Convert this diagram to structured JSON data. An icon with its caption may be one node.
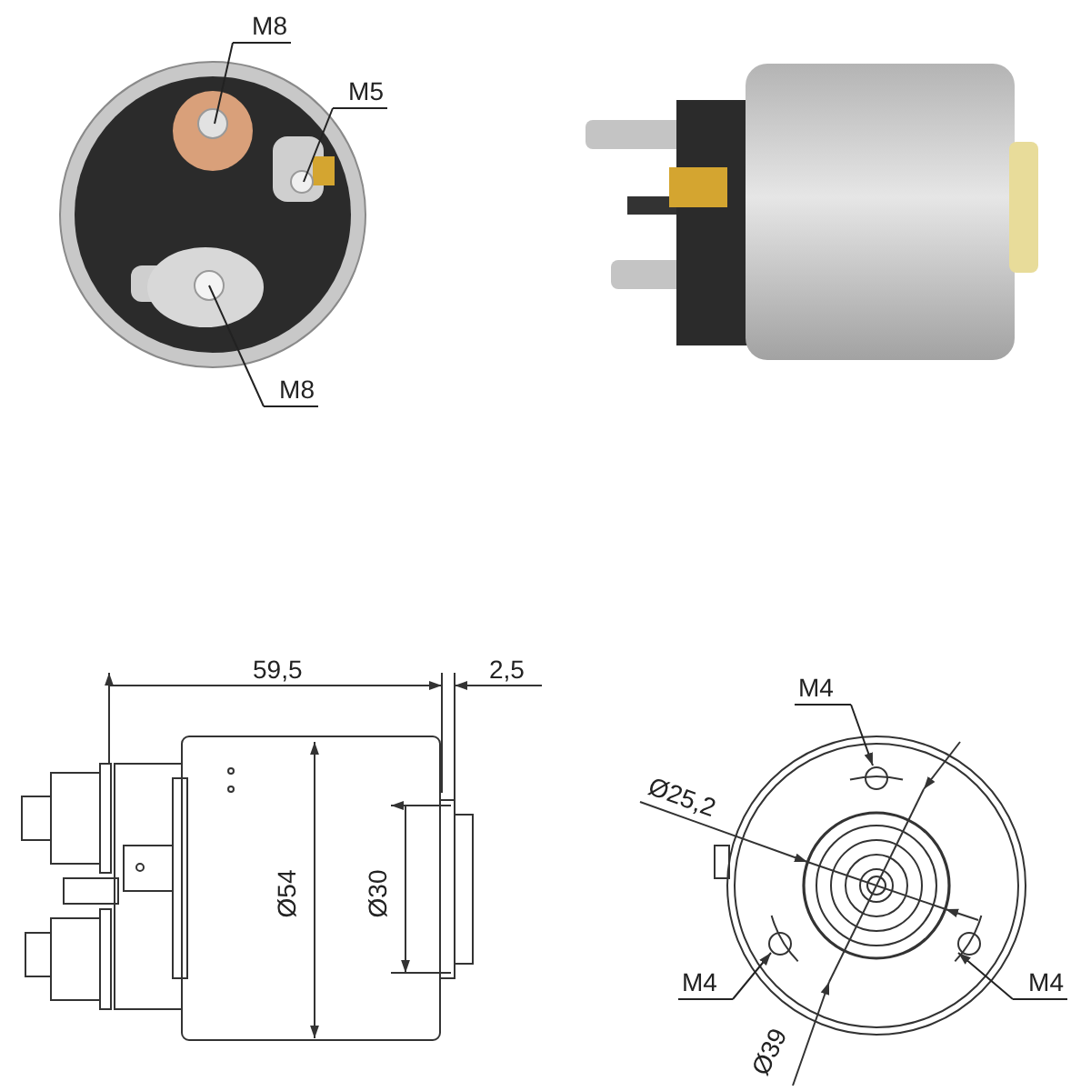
{
  "diagram": {
    "nodes": [
      {
        "text": [
          "M8"
        ]
      },
      {
        "text": [
          "M5"
        ]
      },
      {
        "text": [
          "M8"
        ]
      },
      {
        "text": [
          "M4"
        ]
      },
      {
        "text": [
          "M4"
        ]
      },
      {
        "text": [
          "M4"
        ]
      }
    ],
    "edges": [
      {
        "from": 0,
        "to": null,
        "arrow": "none"
      },
      {
        "from": 1,
        "to": null,
        "arrow": "none"
      },
      {
        "from": 2,
        "to": null,
        "arrow": "none"
      },
      {
        "from": 3,
        "to": null,
        "arrow": "to"
      },
      {
        "from": 4,
        "to": null,
        "arrow": "to"
      },
      {
        "from": 5,
        "to": null,
        "arrow": "to"
      }
    ],
    "labels": [
      "59,5",
      "2,5",
      "Ø54",
      "Ø30",
      "Ø25,2",
      "Ø39"
    ]
  }
}
